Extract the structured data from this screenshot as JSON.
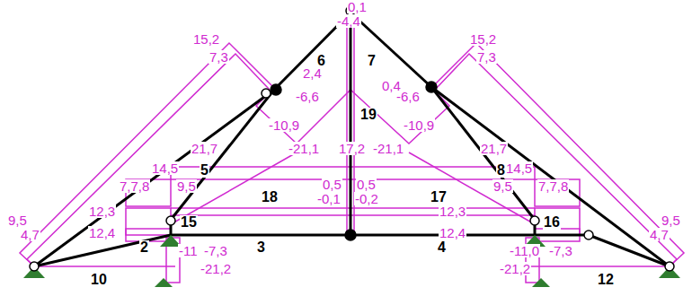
{
  "diagram": {
    "labels": [
      "0,1",
      "-4,4",
      "15,2",
      "7,3",
      "2,4",
      "6",
      "-6,6",
      "-10,9",
      "21,7",
      "-21,1",
      "17,2",
      "-21,1",
      "21,7",
      "-6,6",
      "0,4",
      "7",
      "19",
      "15,2",
      "7,3",
      "-10,9",
      "14,5",
      "5",
      "7,7,8",
      "9,5",
      "0,5",
      "0,5",
      "18",
      "-0,1",
      "-0,2",
      "17",
      "14,5",
      "8",
      "9,5",
      "7,7,8",
      "12,3",
      "12,3",
      "9,5",
      "4,7",
      "12,4",
      "15",
      "12,4",
      "16",
      "9,5",
      "4,7",
      "2",
      "-11",
      "-7,3",
      "3",
      "4",
      "-11,0",
      "-7,3",
      "-21,2",
      "-21,2",
      "10",
      "12"
    ]
  }
}
